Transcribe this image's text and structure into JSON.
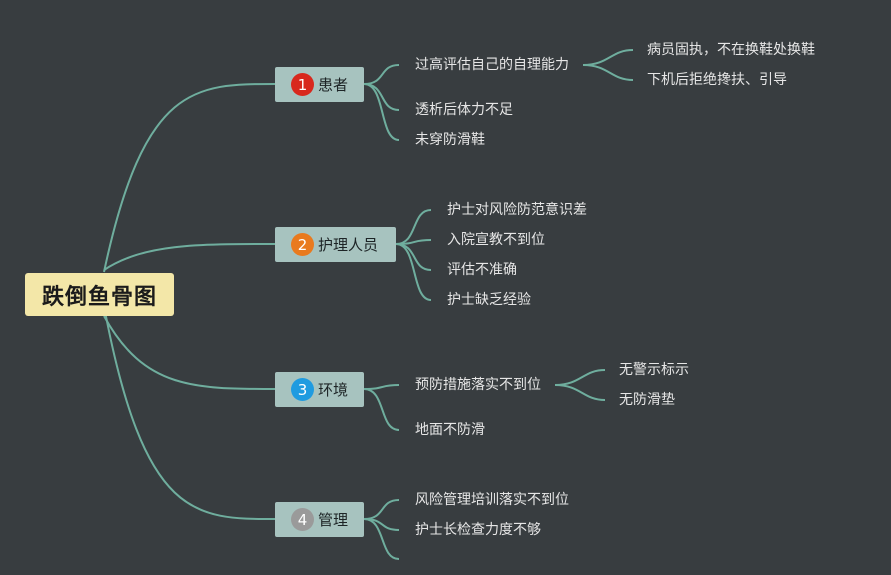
{
  "root": {
    "label": "跌倒鱼骨图",
    "color": "#f3e7a8"
  },
  "branches": [
    {
      "num": "1",
      "badge_color": "#d8281d",
      "label": "患者",
      "items": [
        {
          "label": "过高评估自己的自理能力",
          "children": [
            "病员固执，不在换鞋处换鞋",
            "下机后拒绝搀扶、引导"
          ]
        },
        {
          "label": "透析后体力不足",
          "children": []
        },
        {
          "label": "未穿防滑鞋",
          "children": []
        }
      ]
    },
    {
      "num": "2",
      "badge_color": "#e97a1e",
      "label": "护理人员",
      "items": [
        {
          "label": "护士对风险防范意识差",
          "children": []
        },
        {
          "label": "入院宣教不到位",
          "children": []
        },
        {
          "label": "评估不准确",
          "children": []
        },
        {
          "label": "护士缺乏经验",
          "children": []
        }
      ]
    },
    {
      "num": "3",
      "badge_color": "#1f9be0",
      "label": "环境",
      "items": [
        {
          "label": "预防措施落实不到位",
          "children": [
            "无警示标示",
            "无防滑垫"
          ]
        },
        {
          "label": "地面不防滑",
          "children": []
        }
      ]
    },
    {
      "num": "4",
      "badge_color": "#9a9a9a",
      "label": "管理",
      "items": [
        {
          "label": "风险管理培训落实不到位",
          "children": []
        },
        {
          "label": "护士长检查力度不够",
          "children": []
        },
        {
          "label": "",
          "children": []
        }
      ]
    }
  ],
  "colors": {
    "background": "#383d40",
    "branch": "#a7c3bf",
    "line": "#6fae9e"
  }
}
